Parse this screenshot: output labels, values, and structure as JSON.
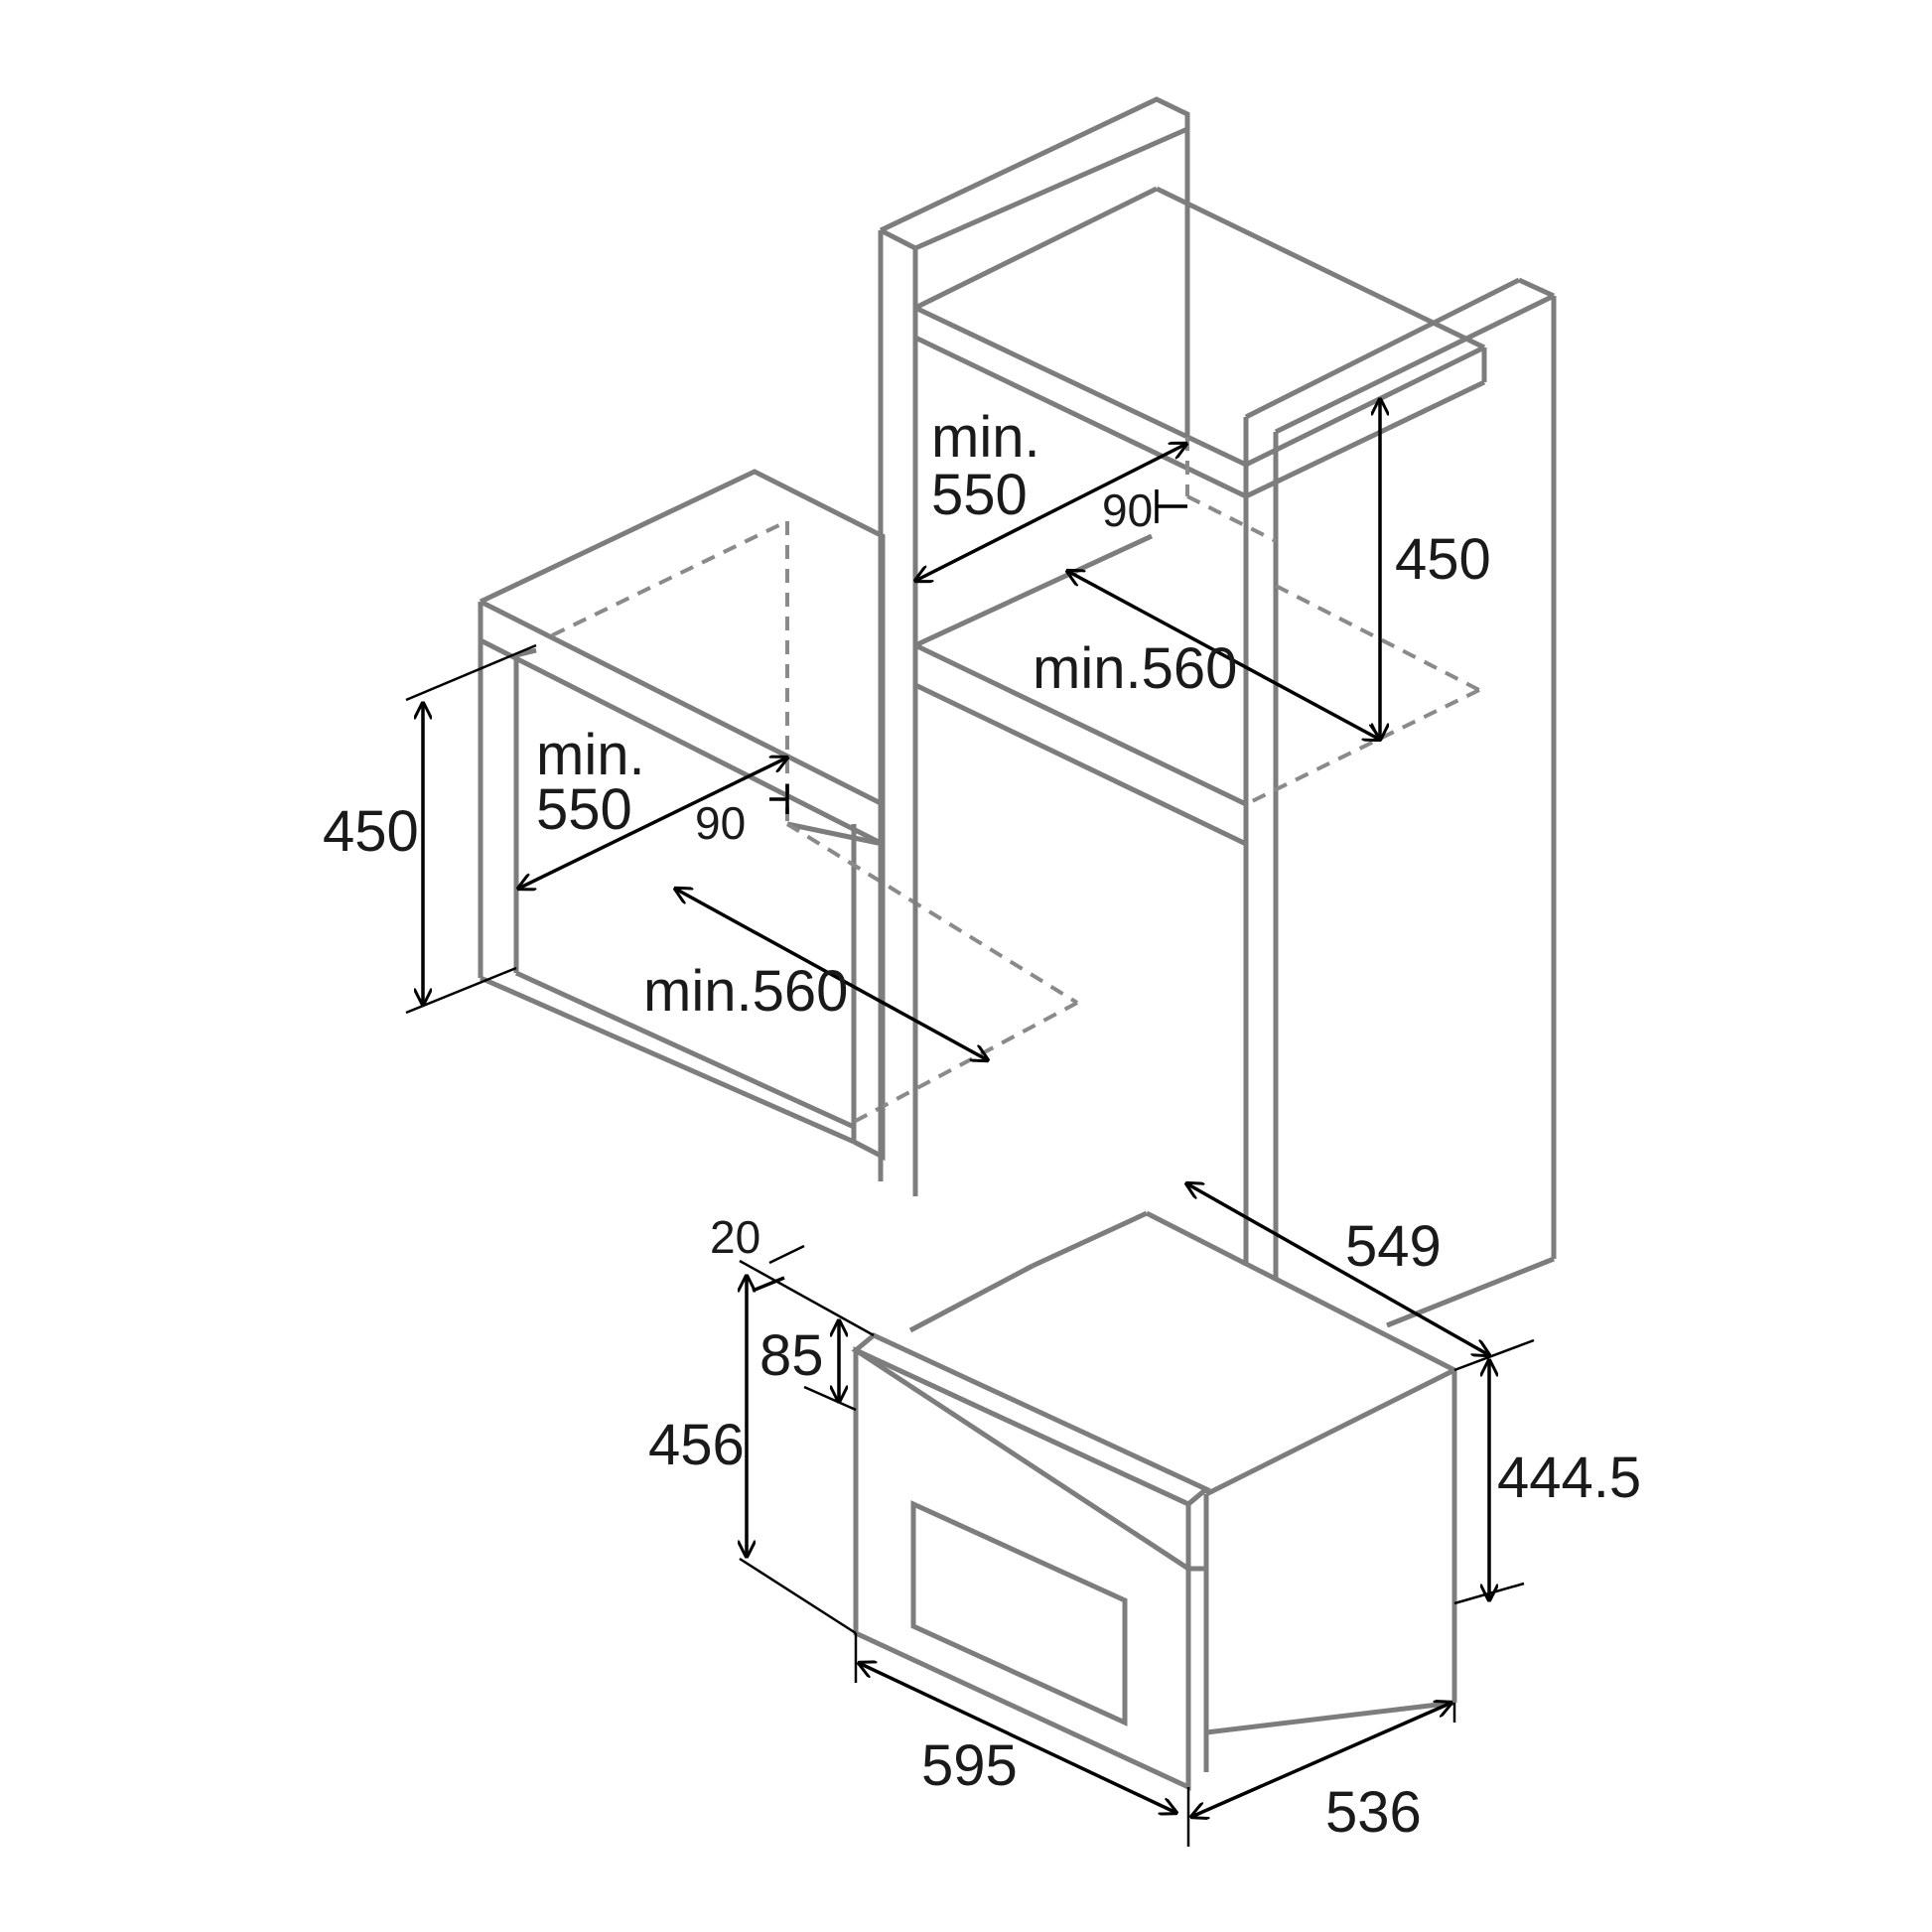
{
  "labels": {
    "left_niche_height": "450",
    "left_niche_depth_line1": "min.",
    "left_niche_depth_line2": "550",
    "left_niche_inset": "90",
    "left_niche_width": "min.560",
    "col_niche_depth_line1": "min.",
    "col_niche_depth_line2": "550",
    "col_niche_inset": "90",
    "col_niche_height": "450",
    "col_niche_width": "min.560",
    "appliance_total_depth": "549",
    "appliance_front_thickness": "20",
    "appliance_panel_height": "85",
    "appliance_front_height": "456",
    "appliance_body_height": "444.5",
    "appliance_front_width": "595",
    "appliance_body_depth": "536"
  }
}
